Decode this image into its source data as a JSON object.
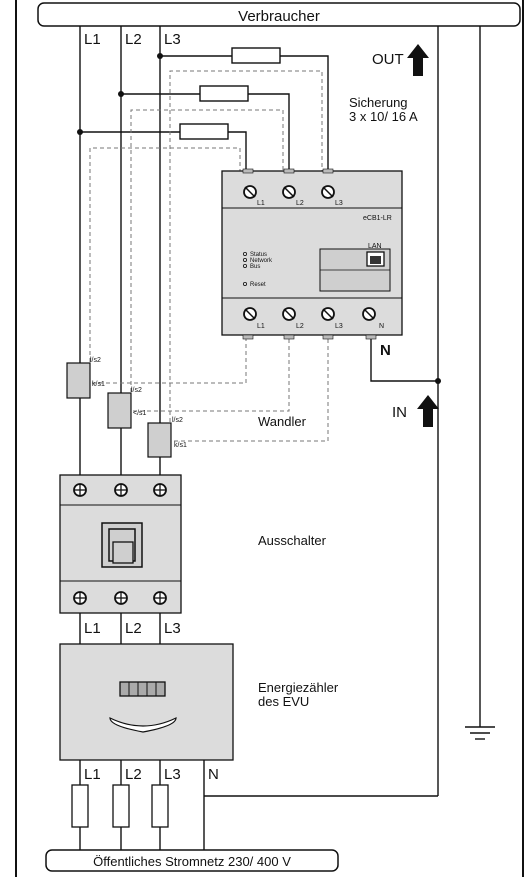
{
  "top_bar": {
    "label": "Verbraucher"
  },
  "bottom_bar": {
    "label": "Öffentliches Stromnetz 230/ 400 V"
  },
  "phases_top": {
    "l1": "L1",
    "l2": "L2",
    "l3": "L3"
  },
  "out_label": "OUT",
  "in_label": "IN",
  "sicherung": {
    "line1": "Sicherung",
    "line2": "3 x 10/ 16 A"
  },
  "meter": {
    "model": "eCB1-LR",
    "lan": "LAN",
    "leds": [
      "Status",
      "Network",
      "Bus"
    ],
    "reset": "Reset",
    "top_terminals": [
      "L1",
      "L2",
      "L3"
    ],
    "bottom_terminals": [
      "L1",
      "L2",
      "L3",
      "N"
    ]
  },
  "n_label": "N",
  "ct": {
    "ct1": {
      "s2": "l/s2",
      "s1": "k/s1"
    },
    "ct2": {
      "s2": "l/s2",
      "s1": "</s1"
    },
    "ct3": {
      "s2": "l/s2",
      "s1": "k/s1"
    }
  },
  "wandler_label": "Wandler",
  "ausschalter_label": "Ausschalter",
  "switch_phase_labels": [
    "L1",
    "L2",
    "L3"
  ],
  "energy_meter": {
    "line1": "Energiezähler",
    "line2": "des EVU"
  },
  "fuse_phase_labels": [
    "L1",
    "L2",
    "L3",
    "N"
  ]
}
